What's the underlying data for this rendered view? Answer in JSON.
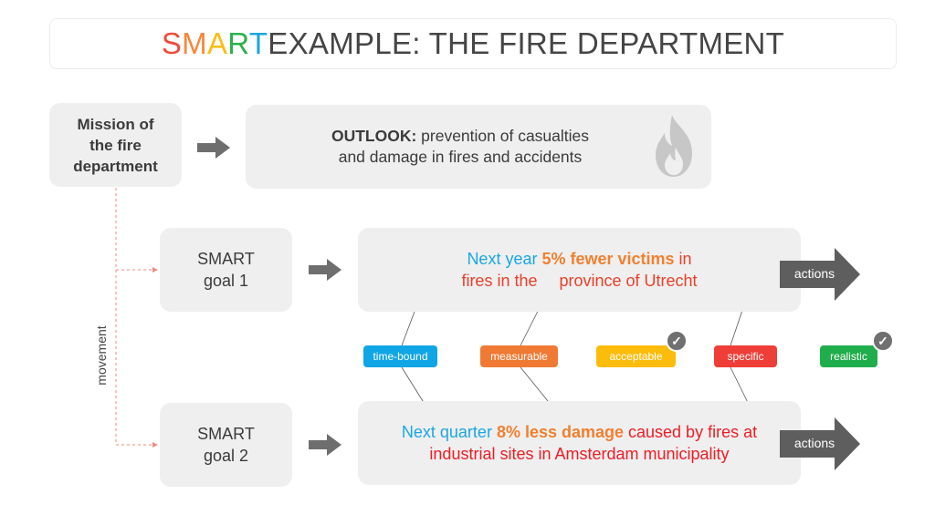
{
  "title": {
    "letters": [
      {
        "ch": "S",
        "color": "#ef4a3c"
      },
      {
        "ch": "M",
        "color": "#f7873a"
      },
      {
        "ch": "A",
        "color": "#fbbd16"
      },
      {
        "ch": "R",
        "color": "#2bb24c"
      },
      {
        "ch": "T",
        "color": "#1aa7e0"
      }
    ],
    "rest": " EXAMPLE: THE FIRE DEPARTMENT"
  },
  "mission": {
    "lines": [
      "Mission of",
      "the fire",
      "department"
    ]
  },
  "outlook": {
    "label": "OUTLOOK:",
    "line1_rest": " prevention of casualties",
    "line2": "and damage in fires and accidents",
    "icon": "flame-icon"
  },
  "goal1": {
    "label_line1": "SMART",
    "label_line2": "goal 1"
  },
  "goal2": {
    "label_line1": "SMART",
    "label_line2": "goal 2"
  },
  "goal1_text": {
    "part_time": "Next year ",
    "part_measure": "5% fewer victims",
    "part_in": " in",
    "part_spec_a": "fires in the",
    "part_spec_b": "province of Utrecht"
  },
  "goal2_text": {
    "part_time": "Next quarter ",
    "part_measure": "8% less damage",
    "part_rest1": " caused by fires at",
    "part_line2": "industrial sites in Amsterdam municipality"
  },
  "badges": {
    "time_bound": "time-bound",
    "measurable": "measurable",
    "acceptable": "acceptable",
    "specific": "specific",
    "realistic": "realistic"
  },
  "actions_label": "actions",
  "movement_label": "movement",
  "colors": {
    "box_bg": "#efefef",
    "arrow_gray": "#6e6e6e",
    "dashed_red": "#f28b82",
    "check_gray": "#707070"
  }
}
